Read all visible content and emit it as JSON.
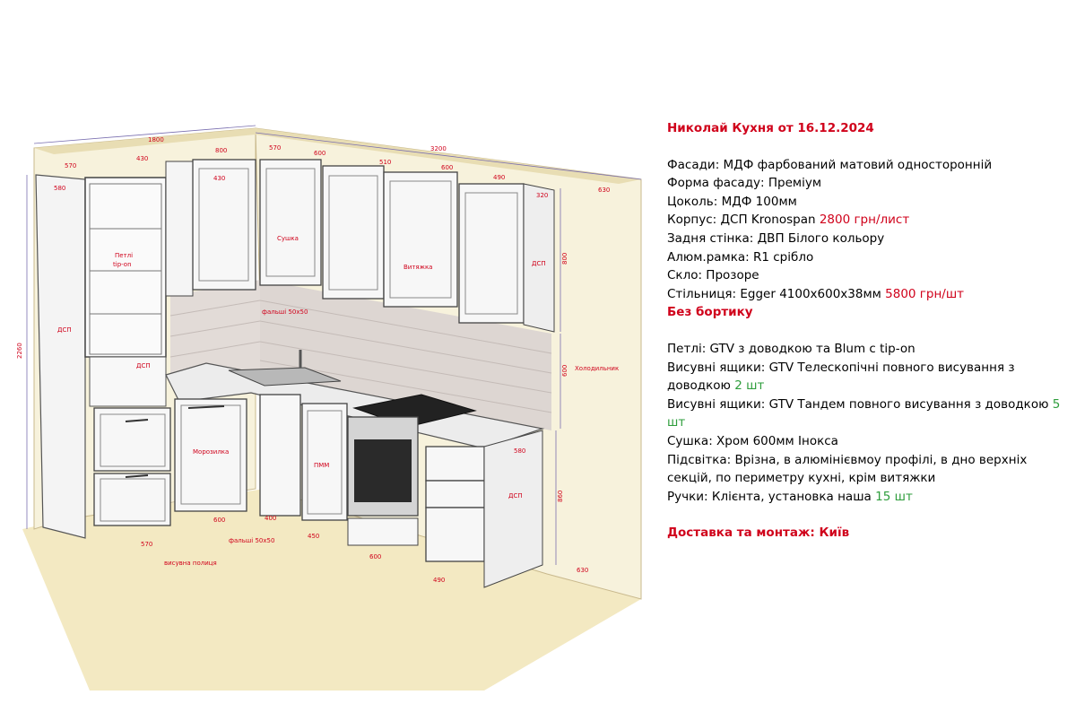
{
  "title": "Николай Кухня от 16.12.2024",
  "spec_lines": [
    {
      "text": "Фасади: МДФ фарбований матовий односторонній"
    },
    {
      "text": "Форма фасаду: Преміум"
    },
    {
      "text": "Цоколь: МДФ 100мм"
    },
    {
      "text": "Корпус: ДСП Kronospan ",
      "price": "2800 грн/лист"
    },
    {
      "text": "Задня стінка: ДВП Білого кольору"
    },
    {
      "text": "Алюм.рамка: R1 срібло"
    },
    {
      "text": "Скло: Прозоре"
    },
    {
      "text": "Стільниця: Egger 4100х600х38мм ",
      "price": "5800 грн/шт"
    }
  ],
  "no_backsplash": "Без бортику",
  "hardware_lines": [
    {
      "text": "Петлі: GTV з доводкою та Blum с tip-on"
    },
    {
      "text": "Висувні ящики: GTV Телескопічні повного висування з доводкою ",
      "count": "2 шт"
    },
    {
      "text": "Висувні ящики: GTV Тандем повного висування з доводкою ",
      "count": "5 шт"
    },
    {
      "text": "Сушка: Хром 600мм Інокса"
    },
    {
      "text": "Підсвітка: Врізна, в алюмінієвмоу профілі, в дно верхніх секцій, по периметру кухні, крім витяжки"
    },
    {
      "text": "Ручки: Клієнта, установка наша ",
      "count": "15 шт"
    }
  ],
  "delivery": "Доставка та монтаж: Київ",
  "colors": {
    "red": "#d0021b",
    "green": "#2e9d3c",
    "floor": "#f3e9c2",
    "wall": "#f7f2dc",
    "tile": "#d9d2cf"
  },
  "drawing": {
    "dims_top": {
      "d1800": "1800",
      "d570a": "570",
      "d430a": "430",
      "d800a": "800",
      "d570b": "570",
      "d3200": "3200",
      "d600a": "600",
      "d510": "510",
      "d600b": "600",
      "d490a": "490"
    },
    "dims_inner": {
      "d580a": "580",
      "d430b": "430",
      "d320": "320",
      "d630a": "630"
    },
    "dims_side": {
      "d2260": "2260",
      "d800v": "800",
      "d600v": "600",
      "d860": "860"
    },
    "dims_bottom": {
      "d600c": "600",
      "d400": "400",
      "d570c": "570",
      "d450": "450",
      "d600d": "600",
      "d490b": "490",
      "d580b": "580",
      "d630b": "630"
    },
    "labels": {
      "petli": "Петлі",
      "tipon": "tip-on",
      "dsp1": "ДСП",
      "dsp2": "ДСП",
      "dsp3": "ДСП",
      "dsp4": "ДСП",
      "sushka": "Сушка",
      "vytyazhka": "Витяжка",
      "falshy1": "фальші 50х50",
      "falshy2": "фальші 50х50",
      "holod": "Холодильник",
      "moroz": "Морозилка",
      "pmm": "ПММ",
      "polytsia": "висувна полиця"
    }
  }
}
